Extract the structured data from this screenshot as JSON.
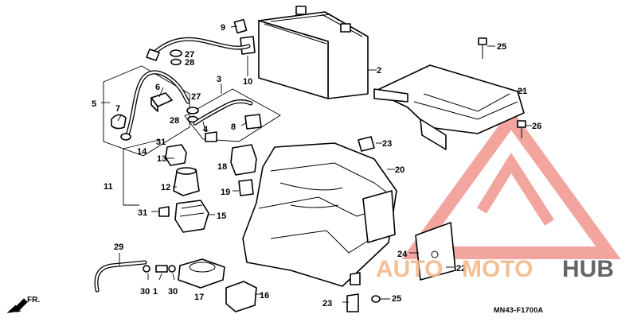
{
  "diagram": {
    "drawing_code": "MN43-F1700A",
    "direction_label": "FR.",
    "callouts": [
      {
        "id": "c1",
        "text": "1"
      },
      {
        "id": "c2",
        "text": "2"
      },
      {
        "id": "c3",
        "text": "3"
      },
      {
        "id": "c4",
        "text": "4"
      },
      {
        "id": "c5",
        "text": "5"
      },
      {
        "id": "c6",
        "text": "6"
      },
      {
        "id": "c7",
        "text": "7"
      },
      {
        "id": "c8",
        "text": "8"
      },
      {
        "id": "c9",
        "text": "9"
      },
      {
        "id": "c10",
        "text": "10"
      },
      {
        "id": "c11",
        "text": "11"
      },
      {
        "id": "c12",
        "text": "12"
      },
      {
        "id": "c13",
        "text": "13"
      },
      {
        "id": "c14",
        "text": "14"
      },
      {
        "id": "c15",
        "text": "15"
      },
      {
        "id": "c16",
        "text": "16"
      },
      {
        "id": "c17",
        "text": "17"
      },
      {
        "id": "c18",
        "text": "18"
      },
      {
        "id": "c19",
        "text": "19"
      },
      {
        "id": "c20",
        "text": "20"
      },
      {
        "id": "c21",
        "text": "21"
      },
      {
        "id": "c22",
        "text": "22"
      },
      {
        "id": "c23a",
        "text": "23"
      },
      {
        "id": "c23b",
        "text": "23"
      },
      {
        "id": "c24",
        "text": "24"
      },
      {
        "id": "c25a",
        "text": "25"
      },
      {
        "id": "c25b",
        "text": "25"
      },
      {
        "id": "c26",
        "text": "26"
      },
      {
        "id": "c27a",
        "text": "27"
      },
      {
        "id": "c27b",
        "text": "27"
      },
      {
        "id": "c28a",
        "text": "28"
      },
      {
        "id": "c28b",
        "text": "28"
      },
      {
        "id": "c29",
        "text": "29"
      },
      {
        "id": "c30a",
        "text": "30"
      },
      {
        "id": "c30b",
        "text": "30"
      },
      {
        "id": "c31a",
        "text": "31"
      },
      {
        "id": "c31b",
        "text": "31"
      }
    ]
  },
  "watermark": {
    "text_left": "AUTO",
    "text_mid": "MOTO",
    "text_right": "HUB",
    "color_light": "#f4b98a",
    "color_dark": "#555555",
    "triangle_color": "#e85a4f"
  }
}
